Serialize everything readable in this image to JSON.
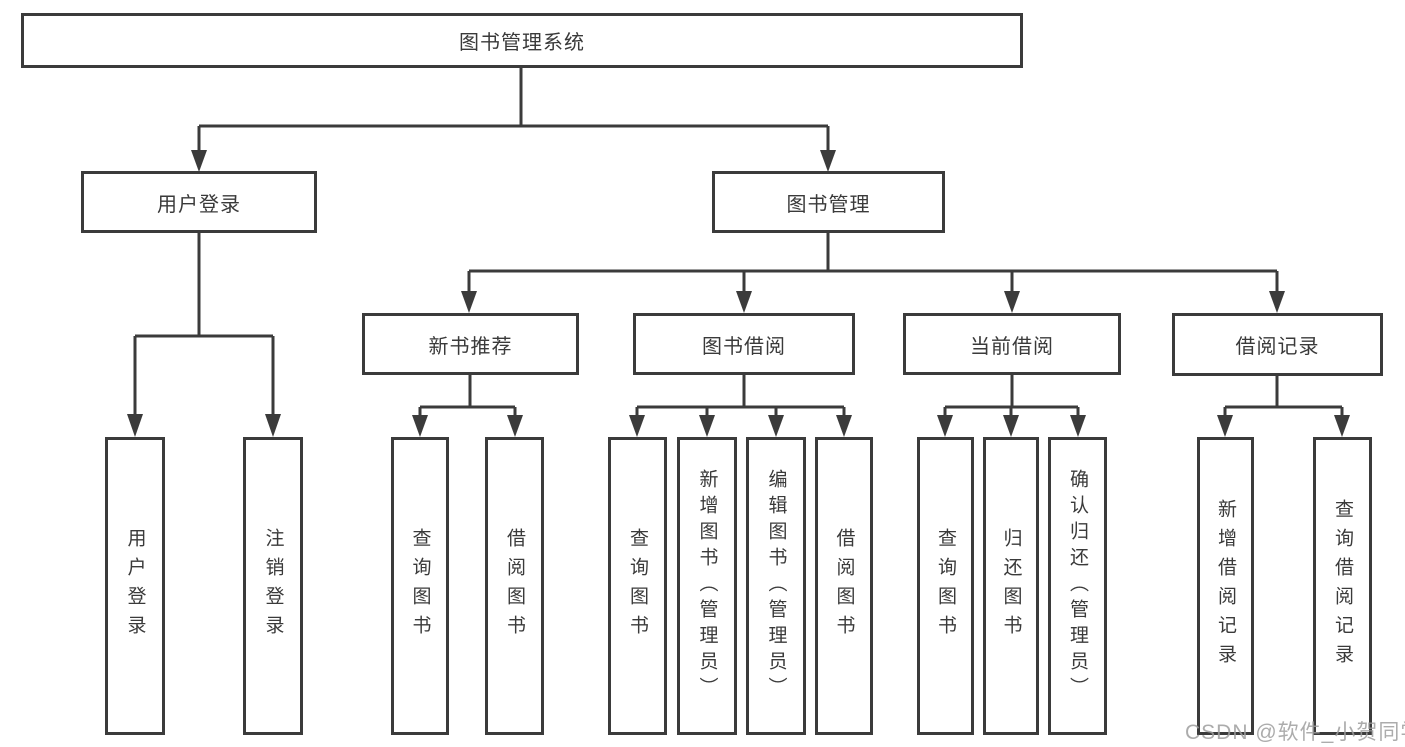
{
  "diagram": {
    "root": {
      "label": "图书管理系统"
    },
    "branches": [
      {
        "label": "用户登录",
        "children": [
          "用户登录",
          "注销登录"
        ]
      },
      {
        "label": "图书管理",
        "children": [
          {
            "label": "新书推荐",
            "children": [
              "查询图书",
              "借阅图书"
            ]
          },
          {
            "label": "图书借阅",
            "children": [
              "查询图书",
              "新增图书（管理员）",
              "编辑图书（管理员）",
              "借阅图书"
            ]
          },
          {
            "label": "当前借阅",
            "children": [
              "查询图书",
              "归还图书",
              "确认归还（管理员）"
            ]
          },
          {
            "label": "借阅记录",
            "children": [
              "新增借阅记录",
              "查询借阅记录"
            ]
          }
        ]
      }
    ]
  },
  "watermark": {
    "text": "CSDN @软件_小贺同学"
  },
  "colors": {
    "line": "#3b3b3b",
    "box_border": "#3b3b3b",
    "text": "#3a3a3a",
    "watermark": "#9e9e9e",
    "background": "#ffffff"
  }
}
